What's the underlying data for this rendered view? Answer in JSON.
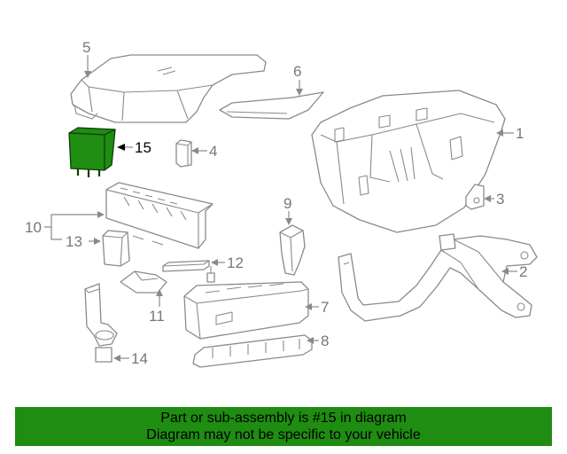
{
  "callouts": {
    "c1": "1",
    "c2": "2",
    "c3": "3",
    "c4": "4",
    "c5": "5",
    "c6": "6",
    "c7": "7",
    "c8": "8",
    "c9": "9",
    "c10": "10",
    "c11": "11",
    "c12": "12",
    "c13": "13",
    "c14": "14",
    "c15": "15"
  },
  "highlight_color": "#1f8c12",
  "banner": {
    "line1": "Part or sub-assembly is #15 in diagram",
    "line2": "Diagram may not be specific to your vehicle"
  }
}
